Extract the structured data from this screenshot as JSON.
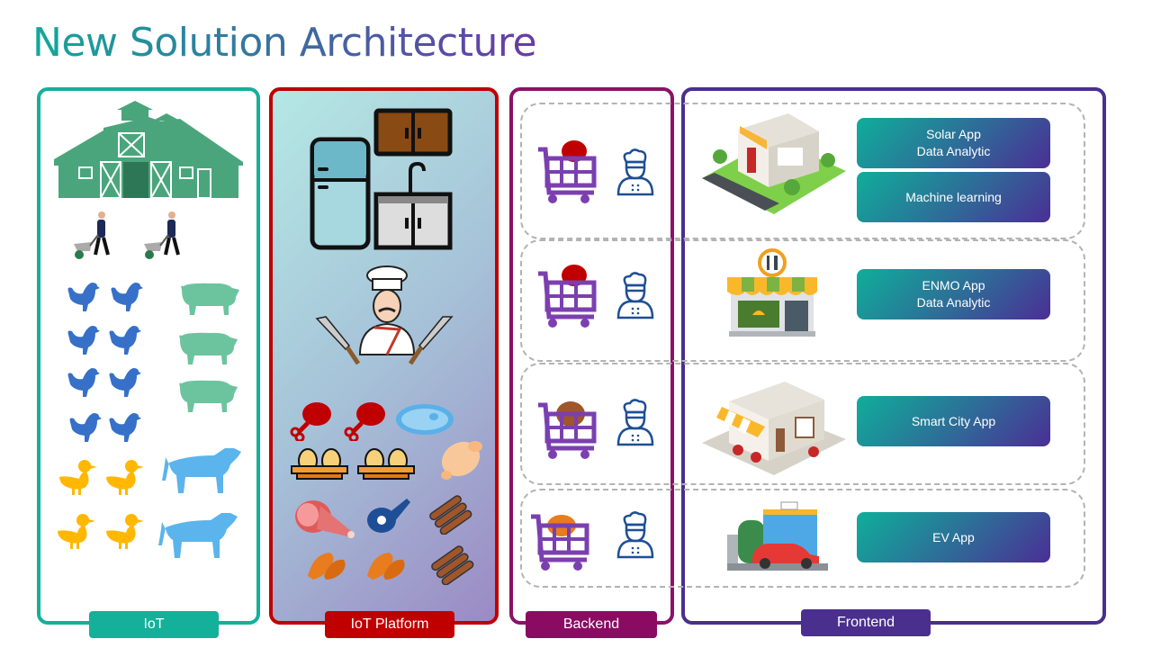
{
  "title": "New Solution Architecture",
  "columns": {
    "iot": {
      "label": "IoT",
      "color": "#14b09a"
    },
    "platform": {
      "label": "IoT Platform",
      "color": "#c00000"
    },
    "backend": {
      "label": "Backend",
      "color": "#8b0b63"
    },
    "frontend": {
      "label": "Frontend",
      "color": "#4a2f8e"
    }
  },
  "iot_icons": [
    "barn-icon",
    "farmer-wheelbarrow-icon",
    "farmer-wheelbarrow-icon",
    "chicken-icon",
    "pig-icon",
    "duck-icon",
    "cow-icon"
  ],
  "platform_icons": [
    "kitchen-icon",
    "chef-knives-icon",
    "drumstick-icon",
    "steak-icon",
    "eggs-icon",
    "roast-chicken-icon",
    "ham-icon",
    "ribs-icon",
    "chicken-wing-icon"
  ],
  "rows": [
    {
      "backend_icons": [
        "cart-meat-icon",
        "chef-icon"
      ],
      "frontend_icon": "sushi-bar-icon",
      "apps": [
        {
          "line1": "Solar App",
          "line2": "Data Analytic"
        },
        {
          "line1": "Machine learning",
          "line2": ""
        }
      ]
    },
    {
      "backend_icons": [
        "cart-meat-icon",
        "chef-icon"
      ],
      "frontend_icon": "restaurant-store-icon",
      "apps": [
        {
          "line1": "ENMO App",
          "line2": "Data Analytic"
        }
      ]
    },
    {
      "backend_icons": [
        "cart-ribs-icon",
        "chef-icon"
      ],
      "frontend_icon": "restaurant-building-icon",
      "apps": [
        {
          "line1": "Smart City App",
          "line2": ""
        }
      ]
    },
    {
      "backend_icons": [
        "cart-chicken-icon",
        "chef-icon"
      ],
      "frontend_icon": "cafe-ev-icon",
      "apps": [
        {
          "line1": "EV App",
          "line2": ""
        }
      ]
    }
  ]
}
